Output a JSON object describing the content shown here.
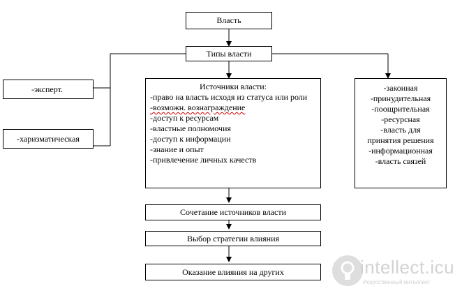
{
  "nodes": {
    "power": "Власть",
    "types": "Типы власти",
    "expert": "-эксперт.",
    "charismatic": "-харизматическая",
    "sources": {
      "title": "Источники власти:",
      "items": [
        "-право на власть исходя из статуса или роли",
        "-возможн. вознаграждение",
        "-доступ к ресурсам",
        "-властные полномочия",
        "-доступ к информации",
        "-знание и опыт",
        "-привлечение личных качеств"
      ]
    },
    "right_types": [
      "-законная",
      "-принудительная",
      "-поощрительная",
      "-ресурсная",
      "-власть для",
      "принятия решения",
      "-информационная",
      "-власть связей"
    ],
    "combination": "Сочетание источников власти",
    "strategy": "Выбор стратегии влияния",
    "influence": "Оказание влияния на других"
  },
  "watermark": {
    "text": "intellect.icu",
    "subtitle": "Искусственный интеллект"
  }
}
